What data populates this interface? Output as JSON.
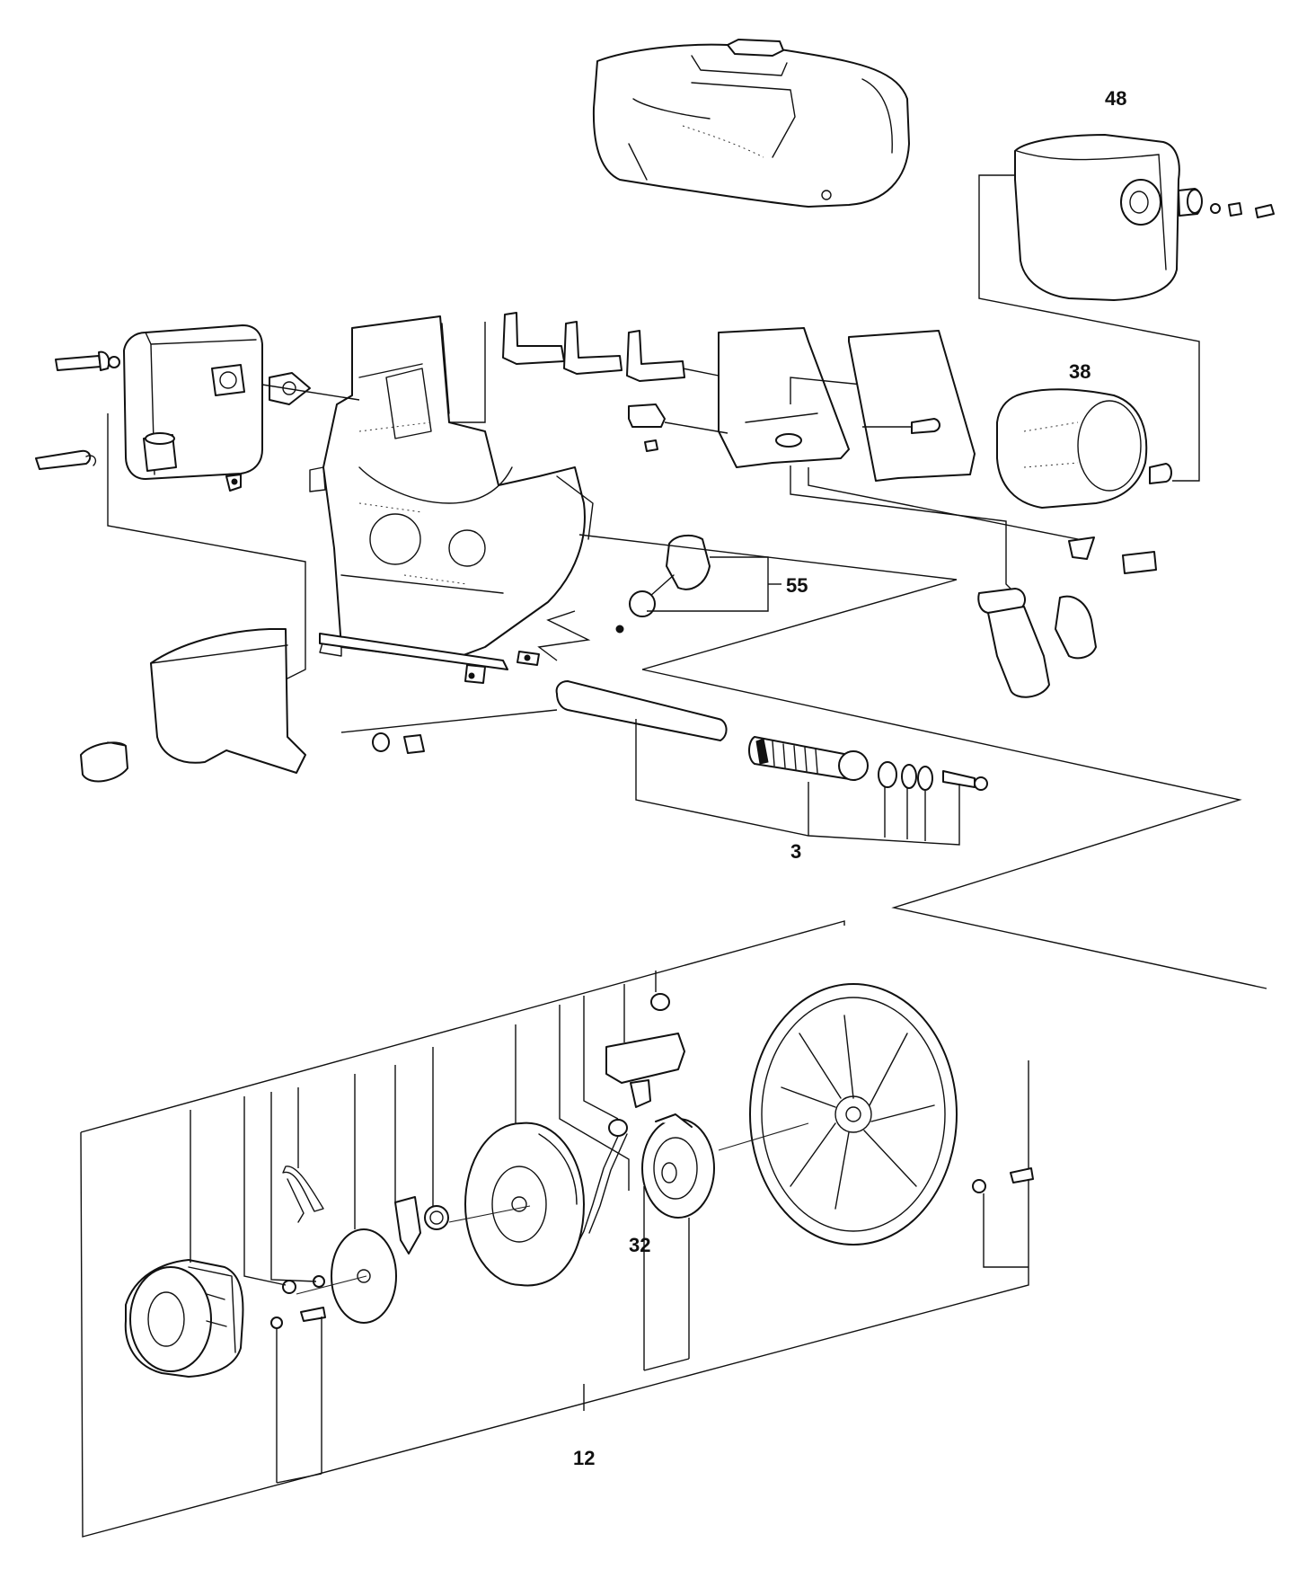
{
  "callouts": {
    "c48": "48",
    "c38": "38",
    "c55": "55",
    "c3": "3",
    "c32": "32",
    "c12": "12"
  },
  "colors": {
    "line": "#111111",
    "background": "#ffffff"
  }
}
